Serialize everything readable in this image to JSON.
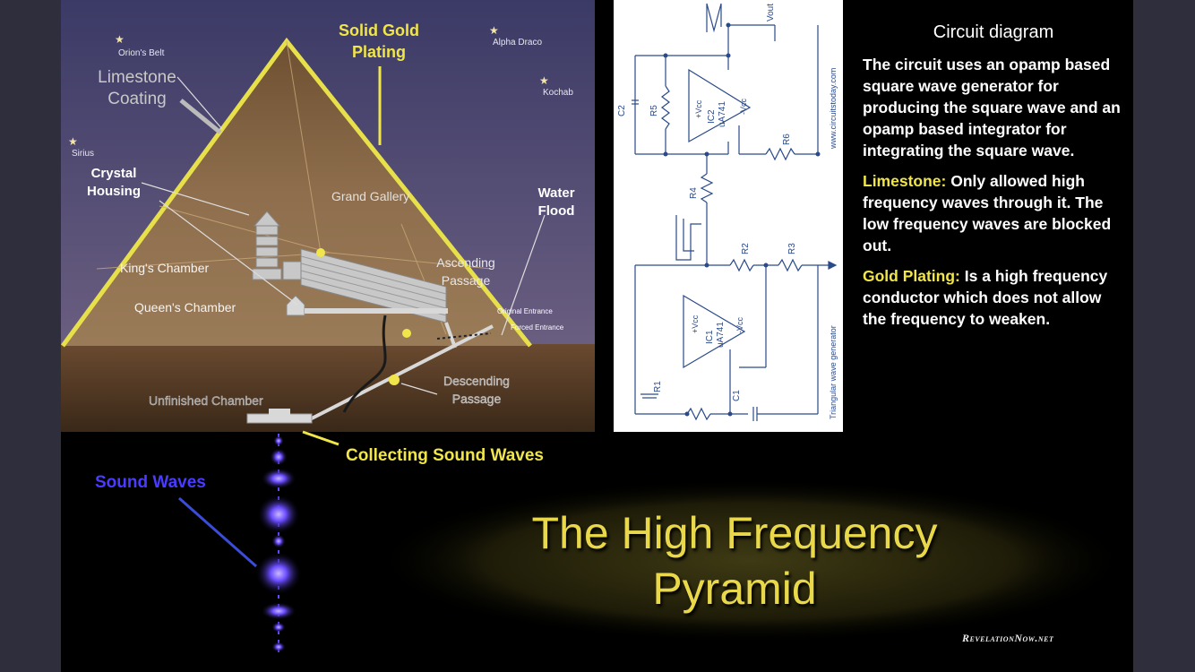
{
  "pyramid": {
    "stars": [
      "Orion's Belt",
      "Alpha Draco",
      "Kochab",
      "Sirius"
    ],
    "labels": {
      "solid_gold": [
        "Solid  Gold",
        "Plating"
      ],
      "limestone": [
        "Limestone",
        "Coating"
      ],
      "crystal": [
        "Crystal",
        "Housing"
      ],
      "water": [
        "Water",
        "Flood"
      ],
      "grand_gallery": "Grand Gallery",
      "kings_chamber": "King's Chamber",
      "queens_chamber": "Queen's Chamber",
      "ascending": [
        "Ascending",
        "Passage"
      ],
      "original_entrance": "Original Entrance",
      "forced_entrance": "Forced Entrance",
      "descending": [
        "Descending",
        "Passage"
      ],
      "unfinished": "Unfinished Chamber",
      "collecting": "Collecting Sound Waves",
      "sound_waves": "Sound Waves"
    }
  },
  "circuit": {
    "labels": {
      "vout": "Vout",
      "c2": "C2",
      "r5": "R5",
      "ic2": "IC2",
      "ic2_part": "uA741",
      "vcc_pos": "+Vcc",
      "vcc_neg": "-Vcc",
      "r6": "R6",
      "r4": "R4",
      "r2": "R2",
      "r3": "R3",
      "ic1": "IC1",
      "ic1_part": "uA741",
      "r1": "R1",
      "c1": "C1",
      "website": "www.circuitstoday.com",
      "caption": "Triangular wave generator"
    }
  },
  "info": {
    "heading": "Circuit diagram",
    "p1": "The circuit uses an opamp based square wave generator for producing the square wave and an opamp based integrator for integrating the square wave.",
    "limestone_key": "Limestone:",
    "limestone_text": " Only allowed high frequency waves through it. The low frequency waves are blocked out.",
    "gold_key": "Gold Plating:",
    "gold_text": "  Is a high frequency conductor which does not allow the frequency to weaken."
  },
  "title": {
    "line1": "The High Frequency",
    "line2": "Pyramid"
  },
  "brand": "RevelationNow.net",
  "colors": {
    "gold": "#f0e54a",
    "sound": "#4a3cff",
    "sky": "#3a3a6a",
    "stone": "#8a6a48"
  }
}
